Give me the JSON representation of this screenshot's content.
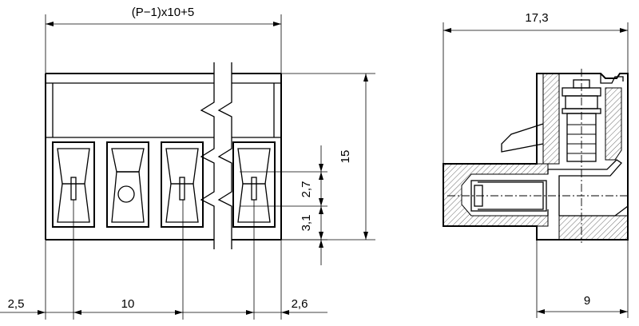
{
  "dimensions": {
    "overall_width": "(P−1)x10+5",
    "side_width": "17,3",
    "height": "15",
    "offset_upper": "2,7",
    "offset_lower": "3,1",
    "pitch": "10",
    "left_edge": "2,5",
    "end_width": "2,6",
    "side_depth": "9"
  }
}
